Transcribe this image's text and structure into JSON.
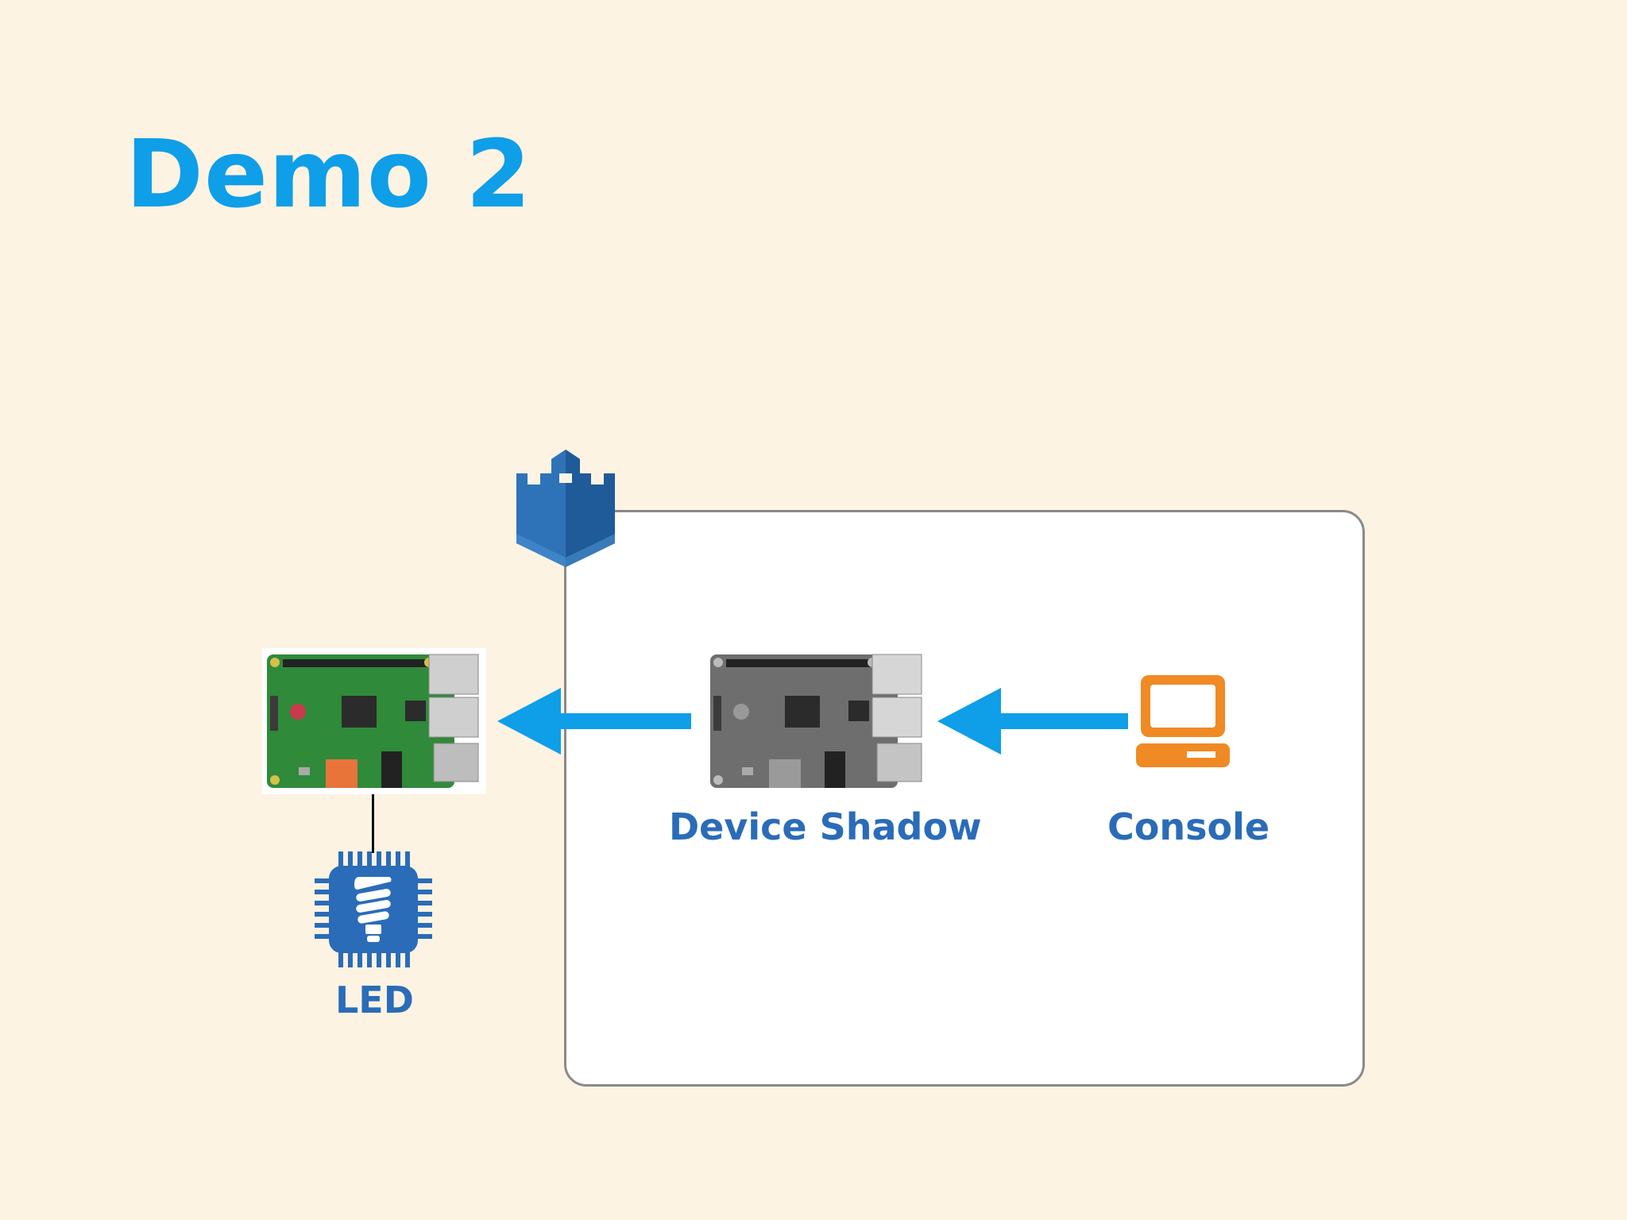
{
  "slide": {
    "title": "Demo 2"
  },
  "diagram": {
    "nodes": [
      {
        "id": "device",
        "label": ""
      },
      {
        "id": "shadow",
        "label": "Device Shadow"
      },
      {
        "id": "console",
        "label": "Console"
      },
      {
        "id": "led",
        "label": "LED"
      }
    ]
  },
  "colors": {
    "title": "#0f9ee8",
    "label": "#2a6cb8",
    "arrow": "#0f9ee8",
    "laptop": "#f08a24",
    "castle": "#2a6cb8"
  },
  "icons": {
    "group": "aws-iot-castle-icon",
    "console": "laptop-icon",
    "led": "lightbulb-chip-icon",
    "device": "raspberry-pi-board"
  }
}
